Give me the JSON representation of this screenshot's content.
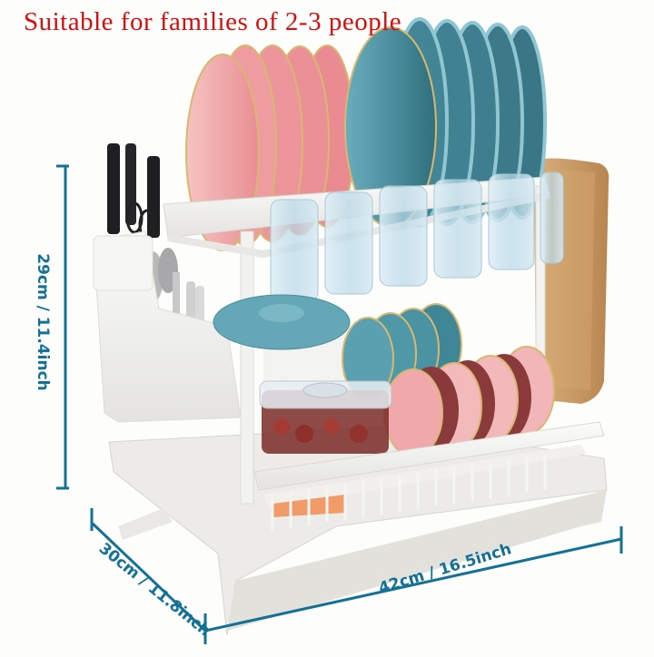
{
  "headline": "Suitable for families of 2-3 people",
  "dimensions": {
    "height": "29cm / 11.4inch",
    "depth": "30cm / 11.8inch",
    "width": "42cm / 16.5inch"
  },
  "colors": {
    "headline": "#d40f0f",
    "dimension_lines": "#137196",
    "plate_pink": "#f0a3a6",
    "plate_teal": "#3f8797",
    "rack_white": "#f4f4f2",
    "cutting_board": "#c99a62"
  },
  "product": {
    "name": "two-tier dish drying rack",
    "items": [
      "pink plates",
      "teal plates",
      "glass cups",
      "knives",
      "scissors",
      "cutlery",
      "teal pot",
      "teal bowls",
      "pink bowls",
      "food container",
      "cutting board",
      "drip tray"
    ]
  }
}
